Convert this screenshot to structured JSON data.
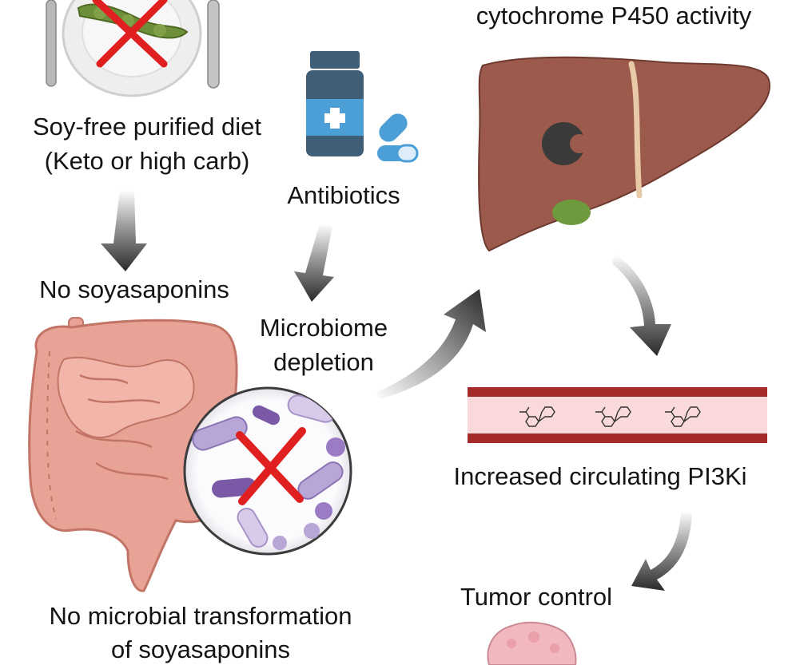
{
  "labels": {
    "cyp_activity": "cytochrome P450 activity",
    "diet_line1": "Soy-free purified diet",
    "diet_line2": "(Keto or high carb)",
    "antibiotics": "Antibiotics",
    "no_soyasaponins": "No soyasaponins",
    "microbiome_line1": "Microbiome",
    "microbiome_line2": "depletion",
    "pi3ki": "Increased circulating PI3Ki",
    "tumor_control": "Tumor control",
    "no_transform_line1": "No microbial transformation",
    "no_transform_line2": "of soyasaponins"
  },
  "colors": {
    "text": "#141414",
    "liver": "#9c5a4c",
    "intestine": "#e8a296",
    "vessel": "#a52a2a",
    "vessel_lumen": "#f9d9d9",
    "bottle": "#3f5f79",
    "pill": "#4b9fd6",
    "cross": "#e02020",
    "bacteria": "#b8a6d6",
    "tumor": "#f2b8bf",
    "arrow": "#444444"
  },
  "icons": [
    "plate-soybean-icon",
    "fork-icon",
    "knife-icon",
    "medicine-bottle-icon",
    "capsule-icon",
    "liver-icon",
    "cyp-inhibition-icon",
    "intestine-icon",
    "bacteria-magnifier-icon",
    "blood-vessel-icon",
    "pi3k-inhibitor-molecule-icon",
    "tumor-icon",
    "cross-icon"
  ]
}
